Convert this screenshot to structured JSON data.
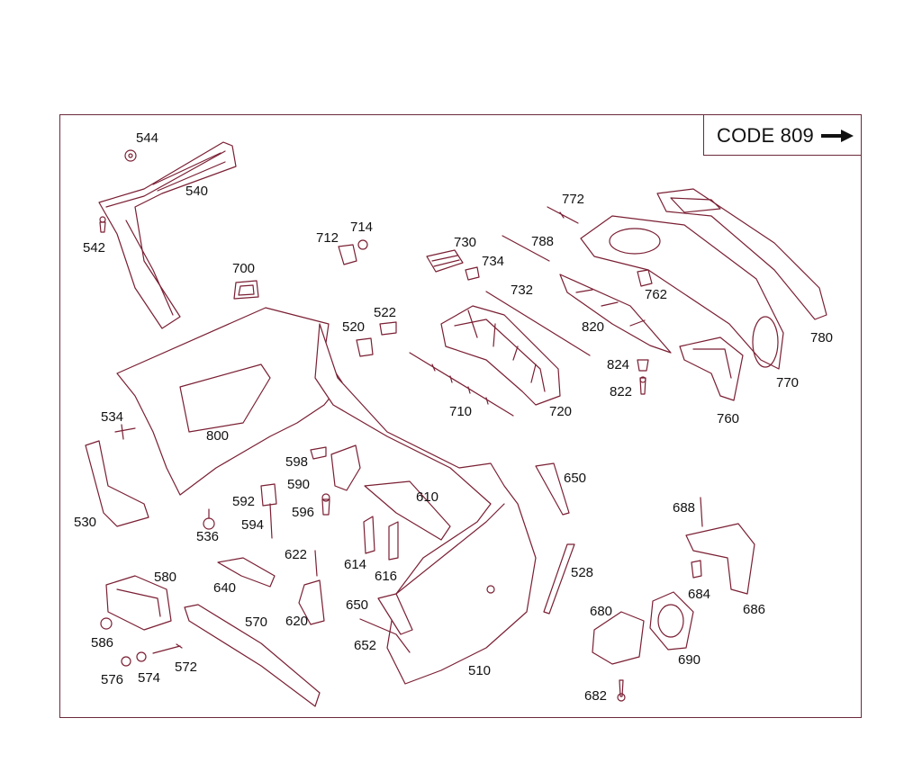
{
  "code_box": {
    "label": "CODE 809"
  },
  "colors": {
    "frame": "#6b2a3a",
    "parts_line": "#7a1f33",
    "parts_fill": "#ffffff",
    "text": "#111111"
  },
  "part_numbers": {
    "p544": "544",
    "p540": "540",
    "p542": "542",
    "p700": "700",
    "p712": "712",
    "p714": "714",
    "p730": "730",
    "p734": "734",
    "p788": "788",
    "p772": "772",
    "p732": "732",
    "p762": "762",
    "p820": "820",
    "p522": "522",
    "p520": "520",
    "p780": "780",
    "p824": "824",
    "p822": "822",
    "p770": "770",
    "p710": "710",
    "p720": "720",
    "p760": "760",
    "p534": "534",
    "p800": "800",
    "p598": "598",
    "p650a": "650",
    "p590": "590",
    "p610": "610",
    "p530": "530",
    "p592": "592",
    "p596": "596",
    "p688": "688",
    "p536": "536",
    "p594": "594",
    "p622": "622",
    "p528": "528",
    "p580": "580",
    "p640": "640",
    "p614": "614",
    "p616": "616",
    "p684": "684",
    "p686": "686",
    "p650b": "650",
    "p680": "680",
    "p570": "570",
    "p620": "620",
    "p586": "586",
    "p652": "652",
    "p572": "572",
    "p690": "690",
    "p510": "510",
    "p576": "576",
    "p574": "574",
    "p682": "682"
  }
}
